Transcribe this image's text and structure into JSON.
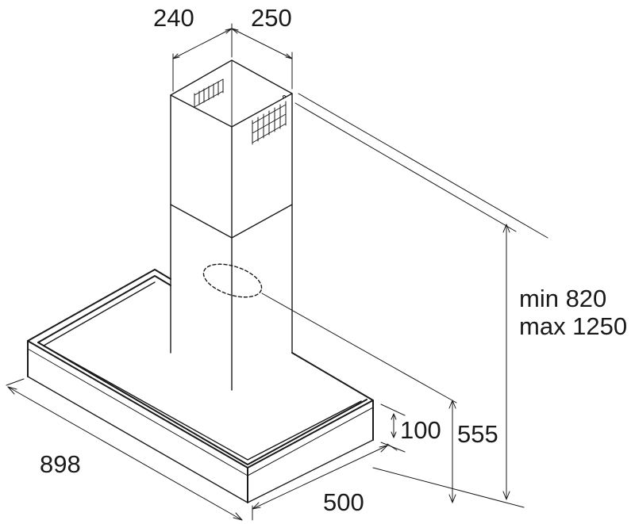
{
  "dimensions": {
    "chimney_depth": "240",
    "chimney_width": "250",
    "height_range_min": "min 820",
    "height_range_max": "max 1250",
    "hood_edge_height": "100",
    "hood_total_height": "555",
    "hood_depth": "500",
    "hood_width": "898"
  },
  "colors": {
    "line": "#1a1a1a",
    "background": "#ffffff"
  }
}
